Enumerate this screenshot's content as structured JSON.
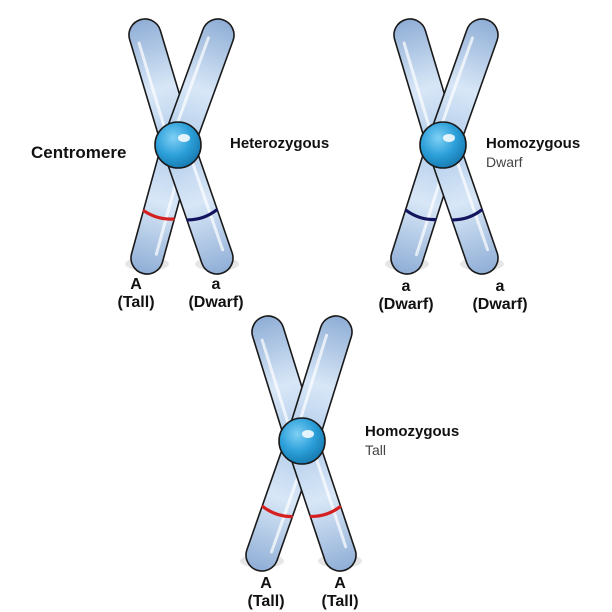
{
  "colors": {
    "arm_fill_light": "#d8e7f7",
    "arm_fill_mid": "#b1cbea",
    "arm_fill_dark": "#8faed6",
    "arm_stroke": "#1a1a1a",
    "centromere": "#2c9fd9",
    "centromere_dark": "#1577ad",
    "tall_band": "#d42020",
    "dwarf_band": "#14145e",
    "shadow": "#e6e6e6"
  },
  "centromere_label": "Centromere",
  "chromosomes": [
    {
      "id": "heterozygous",
      "title": "Heterozygous",
      "subtitle": "",
      "left_allele": {
        "symbol": "A",
        "trait": "(Tall)",
        "band": "tall"
      },
      "right_allele": {
        "symbol": "a",
        "trait": "(Dwarf)",
        "band": "dwarf"
      }
    },
    {
      "id": "homozygous-dwarf",
      "title": "Homozygous",
      "subtitle": "Dwarf",
      "left_allele": {
        "symbol": "a",
        "trait": "(Dwarf)",
        "band": "dwarf"
      },
      "right_allele": {
        "symbol": "a",
        "trait": "(Dwarf)",
        "band": "dwarf"
      }
    },
    {
      "id": "homozygous-tall",
      "title": "Homozygous",
      "subtitle": "Tall",
      "left_allele": {
        "symbol": "A",
        "trait": "(Tall)",
        "band": "tall"
      },
      "right_allele": {
        "symbol": "A",
        "trait": "(Tall)",
        "band": "tall"
      }
    }
  ]
}
